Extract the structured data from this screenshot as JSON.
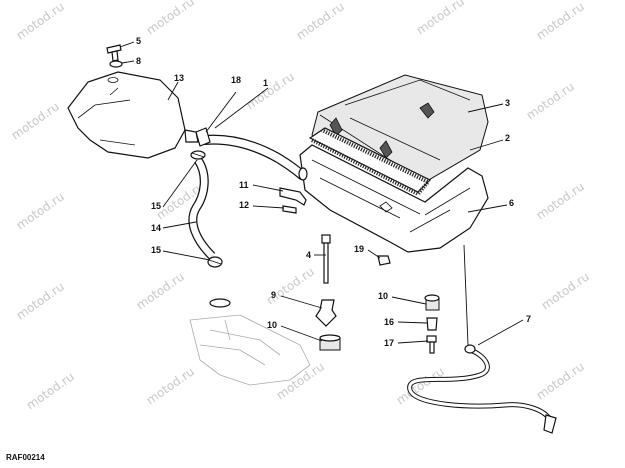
{
  "watermark": "motod.ru",
  "drawing_code": "RAF00214",
  "callouts": [
    {
      "id": "callout-1",
      "label": "1"
    },
    {
      "id": "callout-2",
      "label": "2"
    },
    {
      "id": "callout-3",
      "label": "3"
    },
    {
      "id": "callout-4",
      "label": "4"
    },
    {
      "id": "callout-5",
      "label": "5"
    },
    {
      "id": "callout-6",
      "label": "6"
    },
    {
      "id": "callout-7",
      "label": "7"
    },
    {
      "id": "callout-8",
      "label": "8"
    },
    {
      "id": "callout-9",
      "label": "9"
    },
    {
      "id": "callout-10a",
      "label": "10"
    },
    {
      "id": "callout-10b",
      "label": "10"
    },
    {
      "id": "callout-11",
      "label": "11"
    },
    {
      "id": "callout-12",
      "label": "12"
    },
    {
      "id": "callout-13",
      "label": "13"
    },
    {
      "id": "callout-14",
      "label": "14"
    },
    {
      "id": "callout-15a",
      "label": "15"
    },
    {
      "id": "callout-15b",
      "label": "15"
    },
    {
      "id": "callout-16",
      "label": "16"
    },
    {
      "id": "callout-17",
      "label": "17"
    },
    {
      "id": "callout-18",
      "label": "18"
    },
    {
      "id": "callout-19",
      "label": "19"
    }
  ]
}
